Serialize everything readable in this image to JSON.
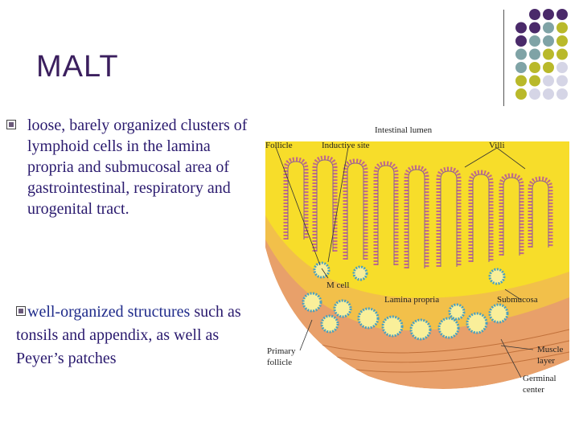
{
  "title": "MALT",
  "bullets": {
    "first": "loose, barely organized clusters of lymphoid cells in the lamina propria and submucosal area of gastrointestinal, respiratory  and urogenital tract.",
    "second_a": "well-organized structures",
    "second_b": " such as tonsils and appendix, as well as Peyer’s patches"
  },
  "diagram": {
    "labels": {
      "intestinal_lumen": "Intestinal lumen",
      "follicle": "Follicle",
      "inductive_site": "Inductive site",
      "villi": "Villi",
      "m_cell": "M cell",
      "lamina_propria": "Lamina propria",
      "submucosa": "Submucosa",
      "primary_follicle_1": "Primary",
      "primary_follicle_2": "follicle",
      "muscle_layer_1": "Muscle",
      "muscle_layer_2": "layer",
      "germinal_center_1": "Germinal",
      "germinal_center_2": "center"
    }
  },
  "colors": {
    "title": "#3b1f5e",
    "body_text": "#2a1a6e",
    "dot_purple": "#4a2a6a",
    "dot_teal": "#7fa3a6",
    "dot_olive": "#b9b92a",
    "dot_lavender": "#d5d5e6"
  }
}
